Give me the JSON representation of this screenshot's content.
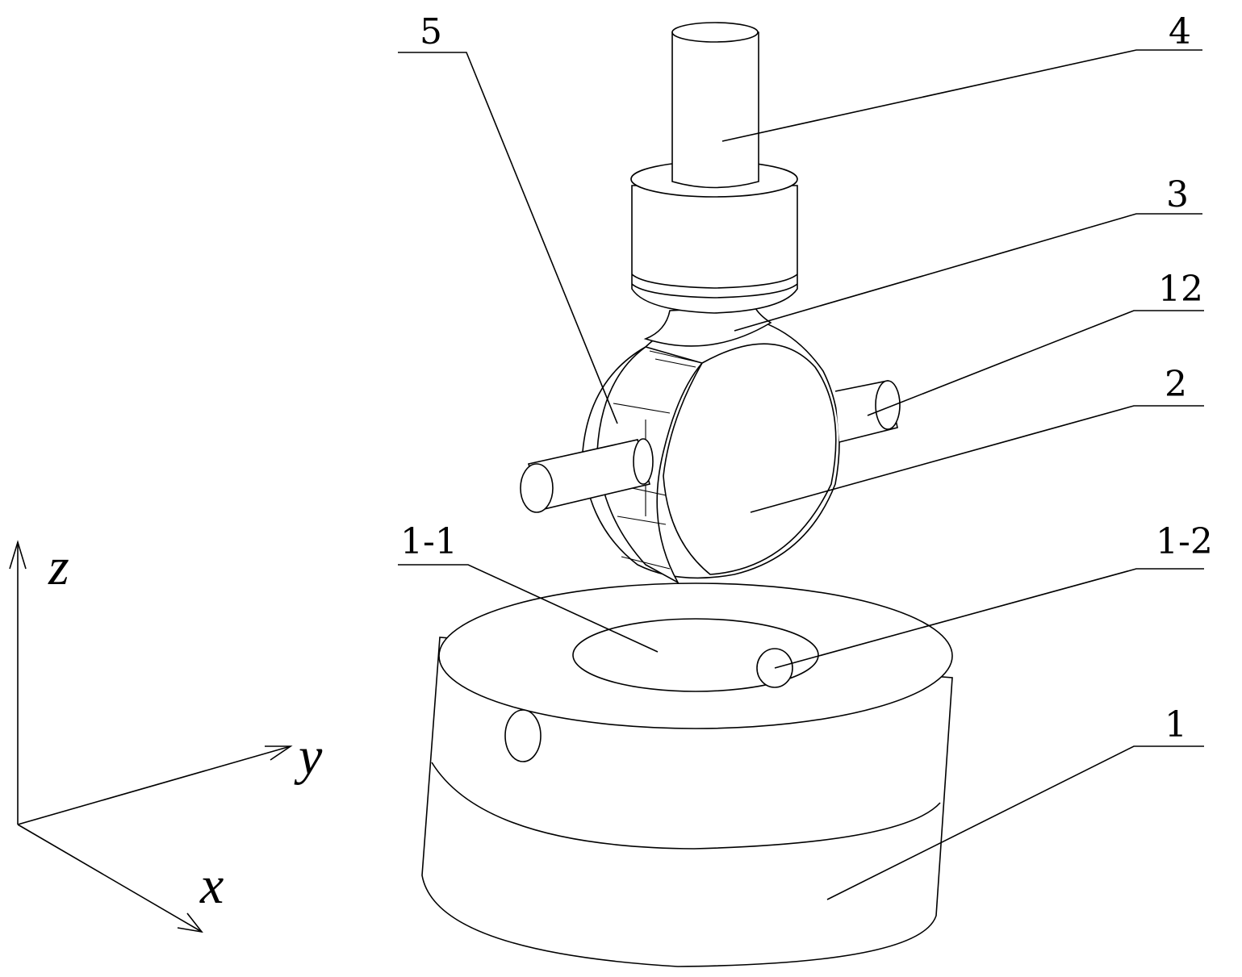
{
  "labels": {
    "part5": "5",
    "part4": "4",
    "part3": "3",
    "part12": "12",
    "part2": "2",
    "part1_1": "1-1",
    "part1_2": "1-2",
    "part1": "1"
  },
  "axes": {
    "z": "z",
    "y": "y",
    "x": "x"
  }
}
